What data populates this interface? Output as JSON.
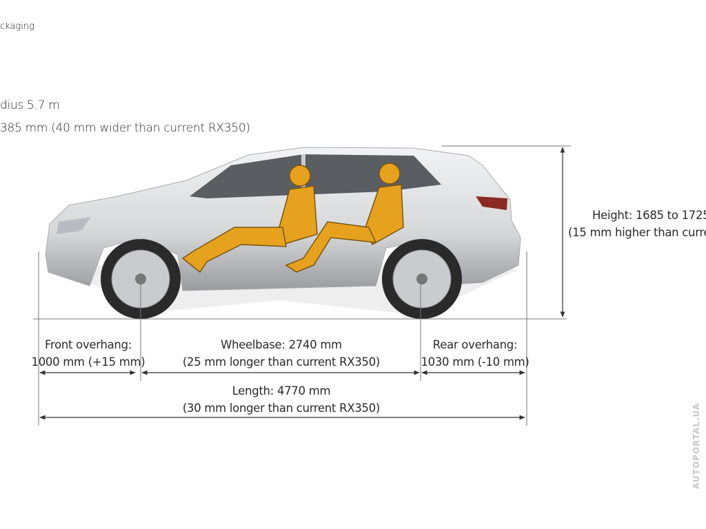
{
  "header": {
    "title": "ckaging"
  },
  "specs": {
    "turning_radius": "dius 5.7 m",
    "width": "385 mm (40 mm wider than current RX350)"
  },
  "height": {
    "line1": "Height: 1685 to 1725",
    "line2": "(15 mm higher than curren"
  },
  "front_overhang": {
    "line1": "Front overhang:",
    "line2": "1000 mm (+15 mm)"
  },
  "wheelbase": {
    "line1": "Wheelbase: 2740 mm",
    "line2": "(25 mm longer than current RX350)"
  },
  "rear_overhang": {
    "line1": "Rear overhang:",
    "line2": "1030 mm (-10 mm)"
  },
  "length": {
    "line1": "Length: 4770 mm",
    "line2": "(30 mm longer than current RX350)"
  },
  "watermark": "AUTOPORTAL.UA",
  "colors": {
    "occupant": "#e6a21e",
    "body": "#d9dadc",
    "line": "#555555"
  }
}
